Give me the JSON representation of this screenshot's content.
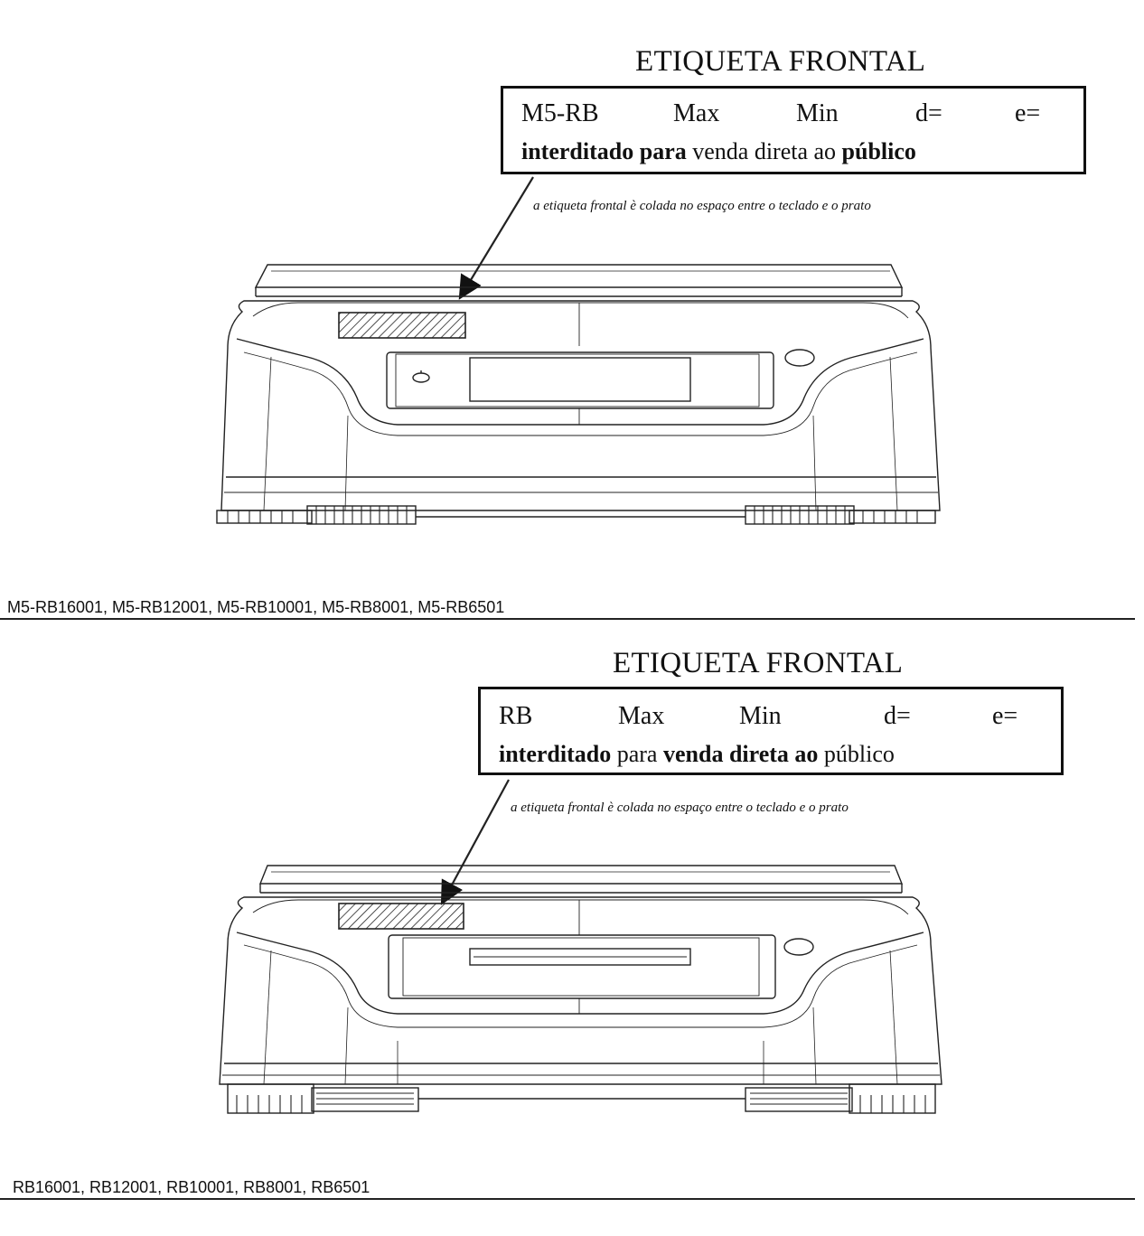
{
  "sections": [
    {
      "heading": "ETIQUETA FRONTAL",
      "label": {
        "fields": [
          "M5-RB",
          "Max",
          "Min",
          "d=",
          "e="
        ],
        "line2": {
          "pre": "interditado",
          "b1": " para",
          "mid": " venda direta ao ",
          "b2": "público"
        }
      },
      "note": "a etiqueta frontal è colada no espaço entre o teclado e o prato",
      "models": "M5-RB16001, M5-RB12001, M5-RB10001, M5-RB8001, M5-RB6501"
    },
    {
      "heading": "ETIQUETA FRONTAL",
      "label": {
        "fields": [
          "RB",
          "Max",
          "Min",
          "d=",
          "e="
        ],
        "line2": {
          "pre": "interditado",
          "b1": " para",
          "mid": " venda direta ao ",
          "b2": "público"
        }
      },
      "note": "a etiqueta frontal è colada no espaço entre o teclado e o prato",
      "models": "RB16001, RB12001, RB10001, RB8001, RB6501"
    }
  ]
}
